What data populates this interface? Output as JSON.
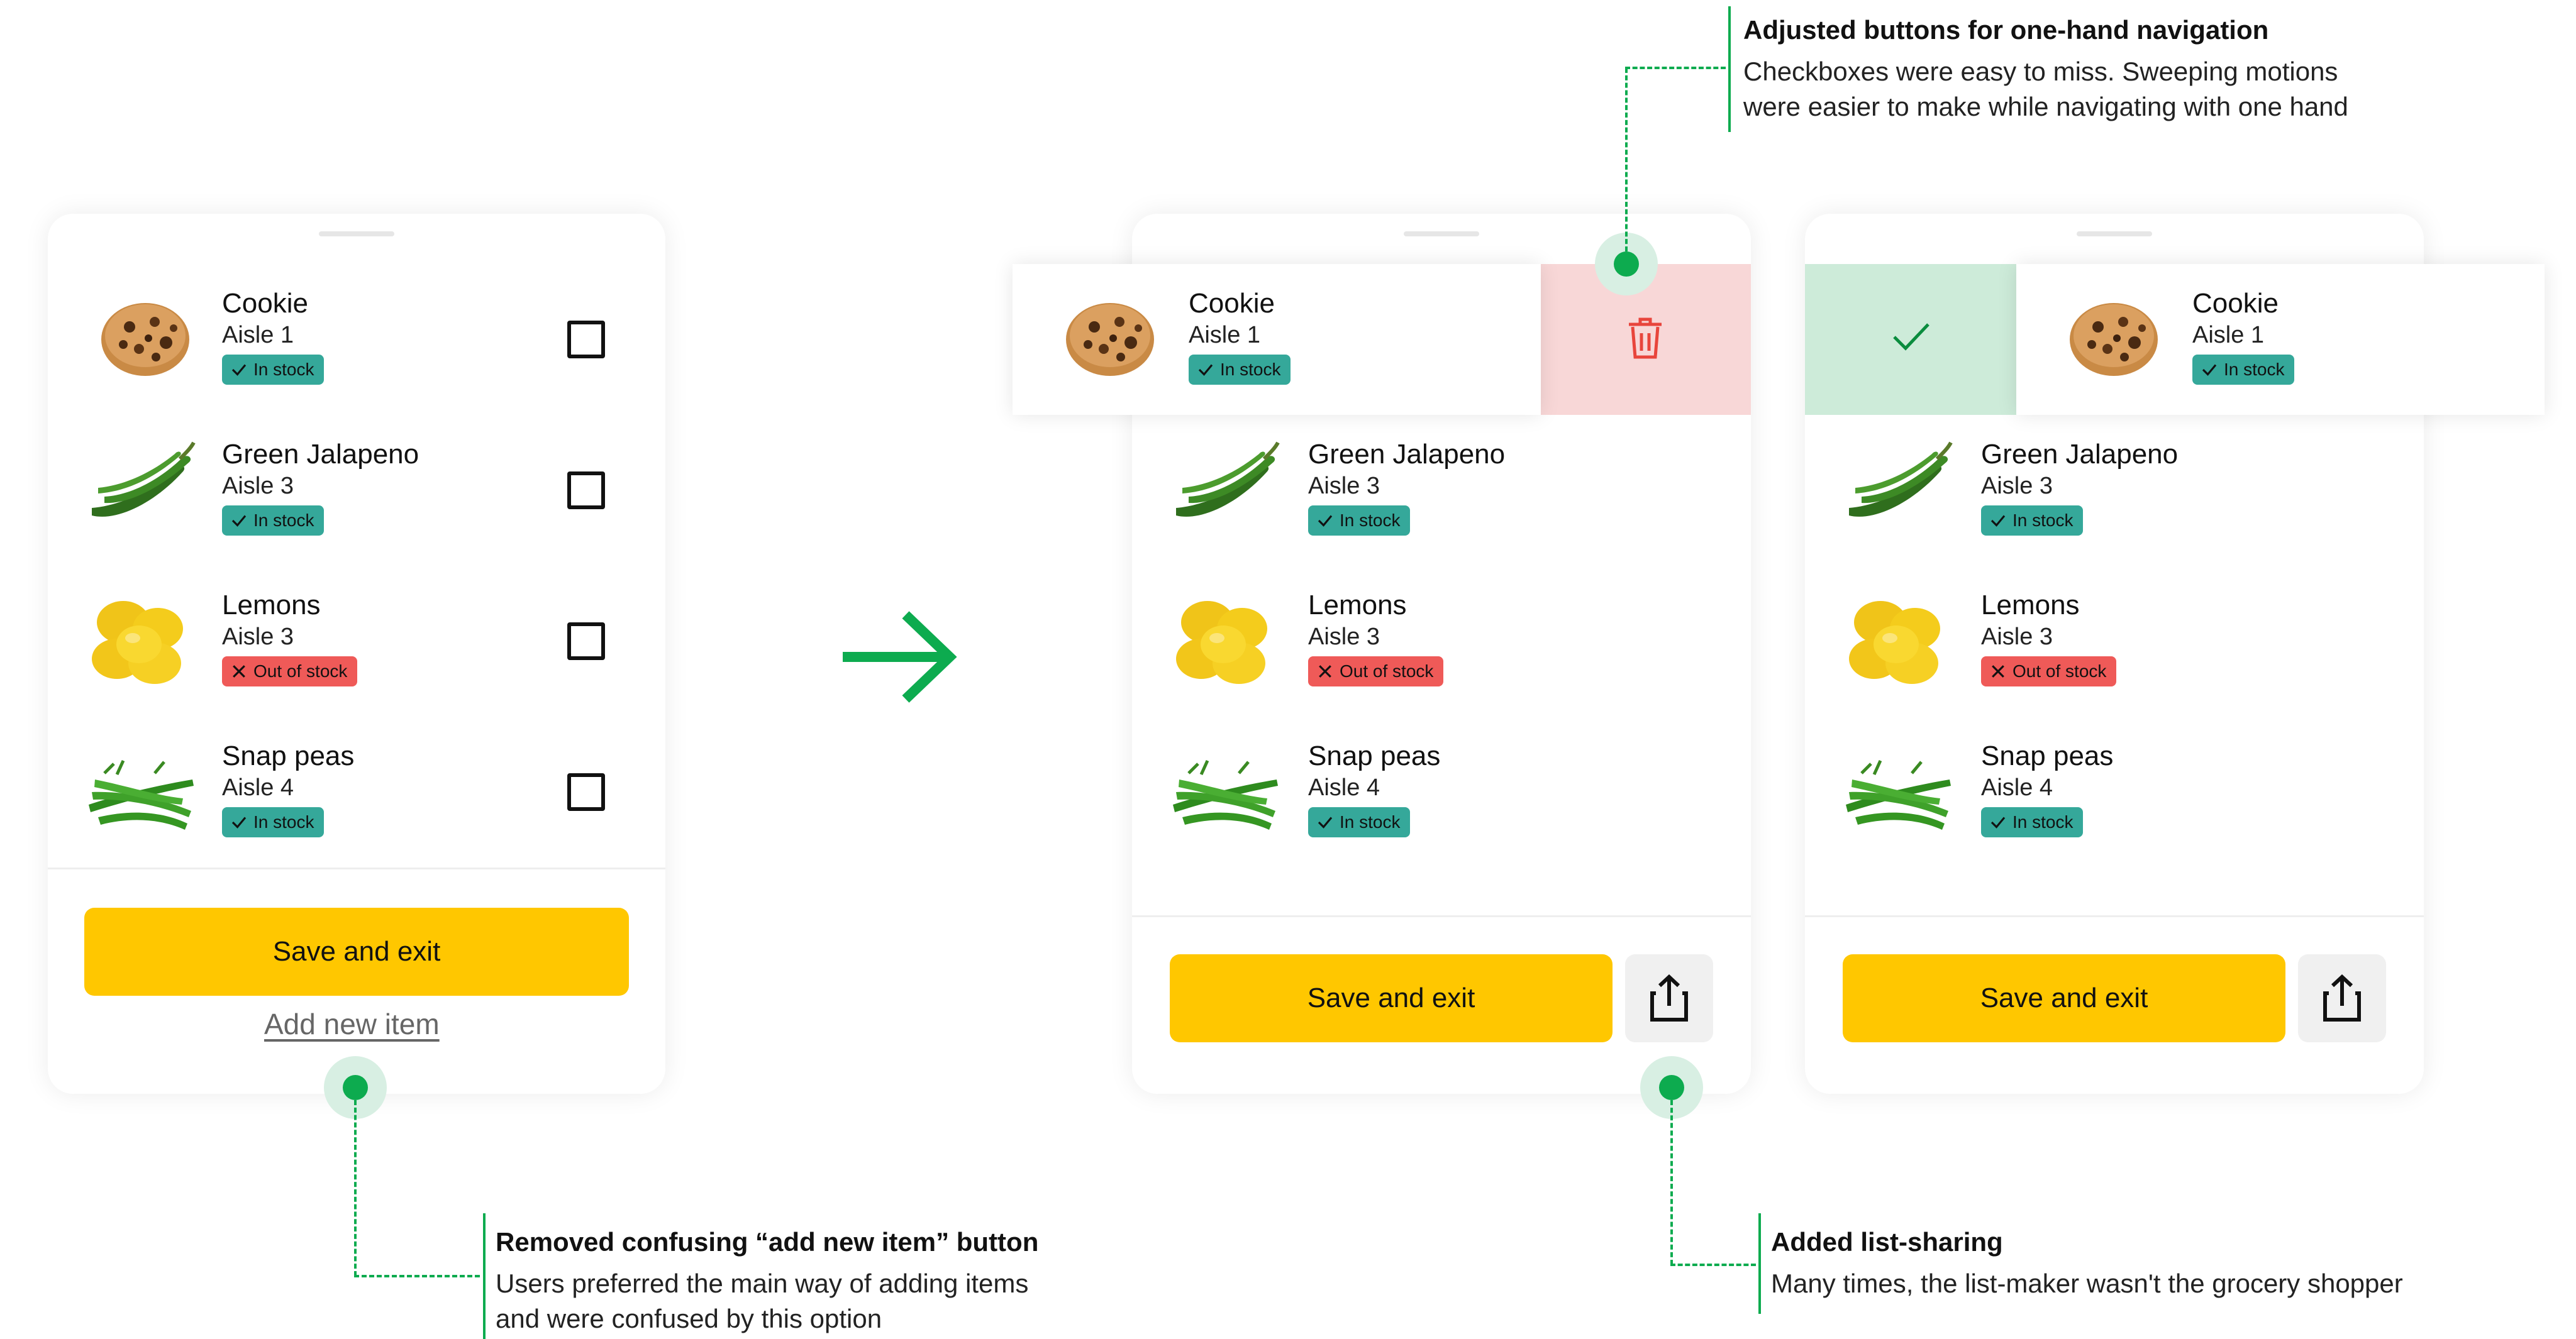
{
  "items": [
    {
      "name": "Cookie",
      "aisle": "Aisle 1",
      "status": "In stock",
      "in_stock": true,
      "icon": "cookie-icon"
    },
    {
      "name": "Green Jalapeno",
      "aisle": "Aisle 3",
      "status": "In stock",
      "in_stock": true,
      "icon": "jalapeno-icon"
    },
    {
      "name": "Lemons",
      "aisle": "Aisle 3",
      "status": "Out of stock",
      "in_stock": false,
      "icon": "lemons-icon"
    },
    {
      "name": "Snap peas",
      "aisle": "Aisle 4",
      "status": "In stock",
      "in_stock": true,
      "icon": "snap-peas-icon"
    }
  ],
  "buttons": {
    "save_label": "Save and exit",
    "add_item_label": "Add new item"
  },
  "icons": {
    "delete": "trash-icon",
    "done": "check-icon",
    "share": "share-icon",
    "arrow": "arrow-right-icon",
    "checkbox": "checkbox-icon"
  },
  "annotations": {
    "one_hand": {
      "title": "Adjusted buttons for one-hand navigation",
      "line1": "Checkboxes were easy to miss. Sweeping motions",
      "line2": "were easier to make while navigating with one hand"
    },
    "removed": {
      "title": "Removed confusing “add new item” button",
      "line1": "Users preferred the main way of adding items",
      "line2": "and were confused by this option"
    },
    "sharing": {
      "title": "Added list-sharing",
      "line1": "Many times, the list-maker wasn't the grocery shopper"
    }
  },
  "colors": {
    "accent_green": "#0dab4f",
    "in_stock": "#35a89a",
    "out_of_stock": "#ef5a58",
    "save_button": "#ffc700",
    "delete_bg": "#f8d7d7",
    "done_bg": "#cdebd9",
    "trash": "#e8453c"
  }
}
